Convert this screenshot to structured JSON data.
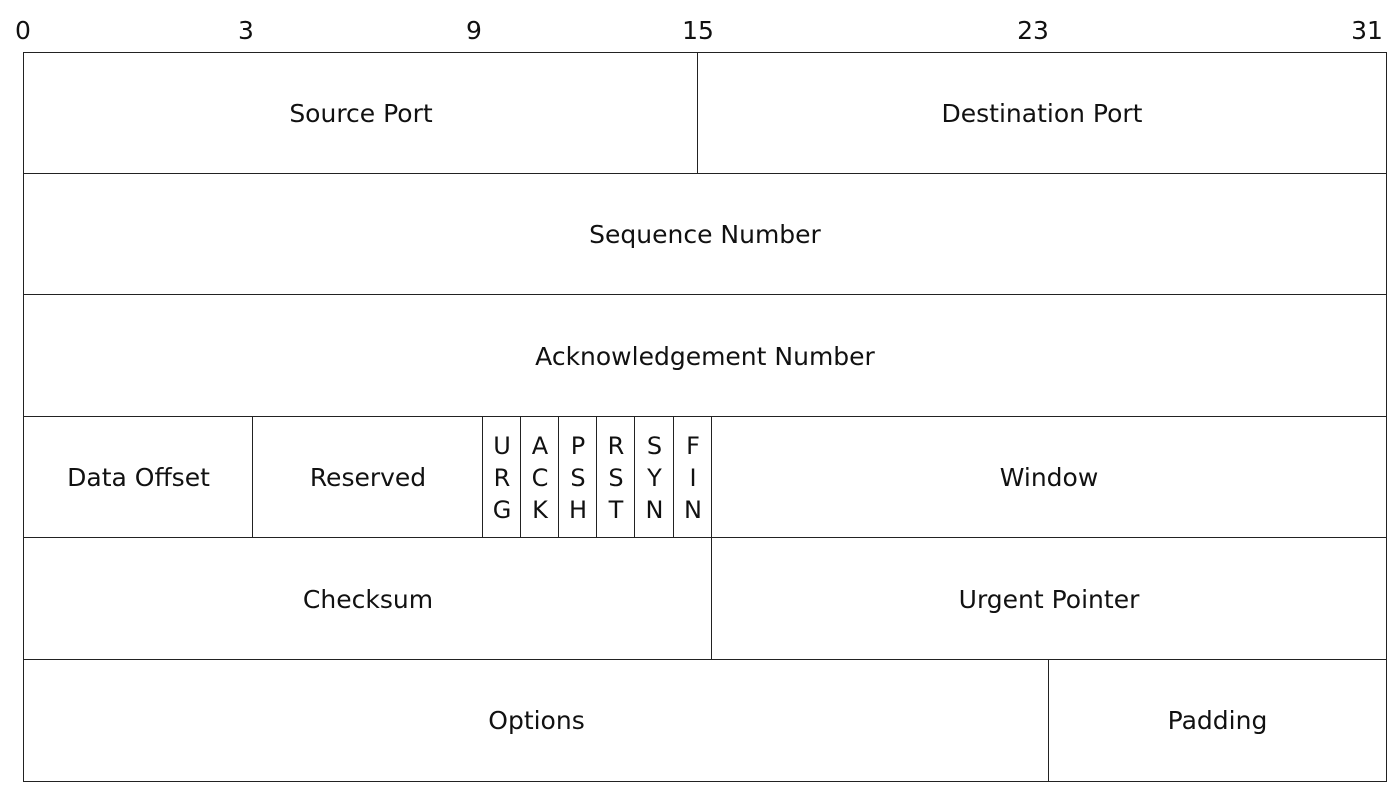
{
  "bit_labels": [
    "0",
    "3",
    "9",
    "15",
    "23",
    "31"
  ],
  "fields": {
    "source_port": "Source Port",
    "destination_port": "Destination Port",
    "sequence_number": "Sequence Number",
    "acknowledgement_number": "Acknowledgement Number",
    "data_offset": "Data Offset",
    "reserved": "Reserved",
    "window": "Window",
    "checksum": "Checksum",
    "urgent_pointer": "Urgent Pointer",
    "options": "Options",
    "padding": "Padding"
  },
  "flags": [
    [
      "U",
      "R",
      "G"
    ],
    [
      "A",
      "C",
      "K"
    ],
    [
      "P",
      "S",
      "H"
    ],
    [
      "R",
      "S",
      "T"
    ],
    [
      "S",
      "Y",
      "N"
    ],
    [
      "F",
      "I",
      "N"
    ]
  ]
}
